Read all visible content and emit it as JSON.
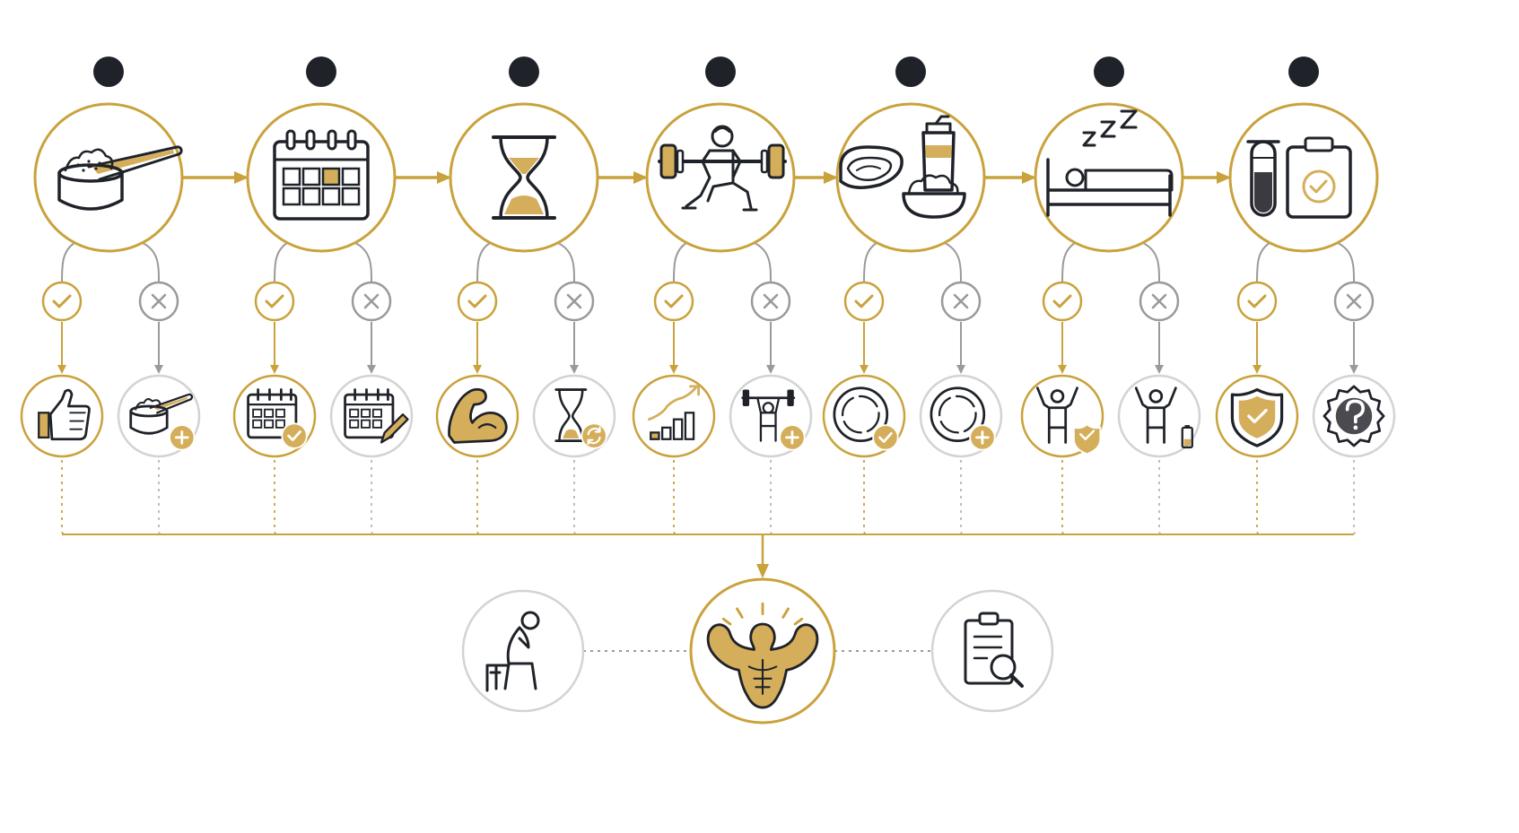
{
  "colors": {
    "gold": "#C9A23C",
    "gray": "#9A9A9A",
    "light_gray": "#D3D3D3",
    "ink": "#1F2329",
    "fill_gold": "#D4AE5A",
    "background": "#FFFFFF"
  },
  "steps": [
    {
      "name": "step-1",
      "icon": "protein-scoop-icon",
      "yes_icon": "thumbs-up-icon",
      "no_icon": "protein-scoop-plus-icon"
    },
    {
      "name": "step-2",
      "icon": "calendar-icon",
      "yes_icon": "calendar-check-icon",
      "no_icon": "calendar-edit-icon"
    },
    {
      "name": "step-3",
      "icon": "hourglass-icon",
      "yes_icon": "flexed-bicep-icon",
      "no_icon": "hourglass-refresh-icon"
    },
    {
      "name": "step-4",
      "icon": "barbell-squat-icon",
      "yes_icon": "growth-chart-icon",
      "no_icon": "weightlifter-plus-icon"
    },
    {
      "name": "step-5",
      "icon": "protein-foods-icon",
      "yes_icon": "plate-check-icon",
      "no_icon": "plate-plus-icon"
    },
    {
      "name": "step-6",
      "icon": "sleep-bed-icon",
      "yes_icon": "person-shield-icon",
      "no_icon": "person-low-battery-icon"
    },
    {
      "name": "step-7",
      "icon": "test-tube-clipboard-icon",
      "yes_icon": "shield-check-icon",
      "no_icon": "question-badge-icon"
    }
  ],
  "decision_icons": {
    "yes": "check-circle-icon",
    "no": "x-circle-icon",
    "number_marker": "black-dot-icon"
  },
  "outcomes": {
    "left": "thinking-person-icon",
    "center": "muscular-torso-icon",
    "right": "clipboard-magnifier-icon"
  }
}
